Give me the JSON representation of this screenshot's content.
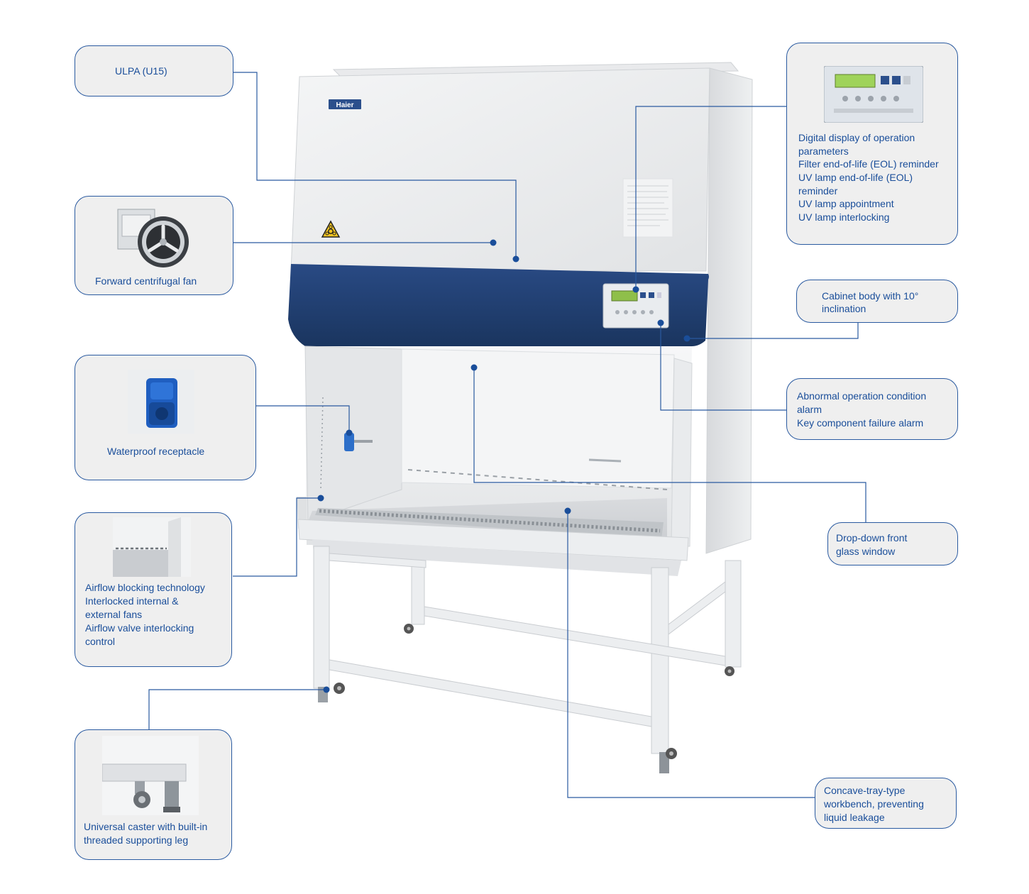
{
  "callouts": {
    "ulpa": {
      "text": "ULPA (U15)"
    },
    "fan": {
      "text": "Forward centrifugal fan",
      "thumb_icon": "centrifugal-fan-icon"
    },
    "receptacle": {
      "text": "Waterproof receptacle",
      "thumb_icon": "blue-receptacle-icon"
    },
    "airflow": {
      "lines": [
        "Airflow blocking technology",
        "Interlocked internal &",
        "external fans",
        "Airflow valve interlocking",
        "control"
      ],
      "thumb_icon": "airflow-interior-icon"
    },
    "caster": {
      "lines": [
        "Universal caster with built-in",
        "threaded supporting leg"
      ],
      "thumb_icon": "caster-wheel-icon"
    },
    "display": {
      "lines": [
        "Digital display of operation",
        "parameters",
        "Filter end-of-life (EOL) reminder",
        "UV lamp end-of-life (EOL)",
        "reminder",
        "UV lamp appointment",
        "UV lamp interlocking"
      ],
      "thumb_icon": "control-panel-icon"
    },
    "inclination": {
      "lines": [
        "Cabinet body with 10°",
        "inclination"
      ]
    },
    "alarm": {
      "lines": [
        "Abnormal operation condition",
        "alarm",
        "Key component failure alarm"
      ]
    },
    "window": {
      "lines": [
        "Drop-down front",
        "glass window"
      ]
    },
    "tray": {
      "lines": [
        "Concave-tray-type",
        "workbench, preventing",
        "liquid leakage"
      ]
    }
  },
  "cabinet": {
    "brand": "Haier",
    "icons": [
      "biohazard-icon",
      "control-panel-icon"
    ]
  },
  "colors": {
    "accent": "#1a4e9a",
    "panel_blue": "#1f3e73",
    "callout_bg": "#efefef",
    "body_gray": "#e6e8ea"
  }
}
